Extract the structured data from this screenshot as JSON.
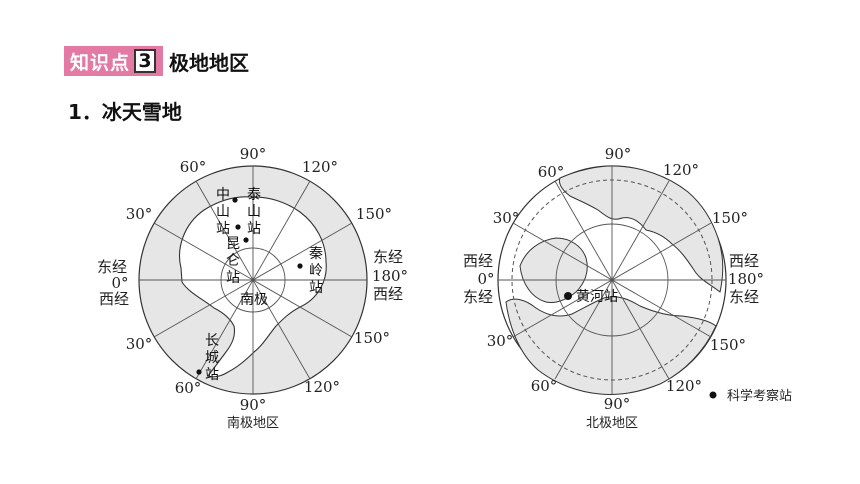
{
  "header": {
    "badge": "知识点",
    "number": "3",
    "title": "极地地区"
  },
  "section": {
    "title": "1．冰天雪地"
  },
  "south_map": {
    "caption": "南极地区",
    "center_label": "南极",
    "lon_labels": {
      "n90": "90°",
      "n60": "60°",
      "n120": "120°",
      "n30": "30°",
      "n150": "150°",
      "s30": "30°",
      "s150": "150°",
      "s60": "60°",
      "s120": "120°",
      "s90": "90°"
    },
    "west_side": [
      "东经",
      "0°",
      "西经"
    ],
    "east_side": [
      "东经",
      "180°",
      "西经"
    ],
    "stations": {
      "zhongshan": [
        "中",
        "山",
        "站"
      ],
      "taishan": [
        "泰",
        "山",
        "站"
      ],
      "kunlun": [
        "昆",
        "仑",
        "站"
      ],
      "qinling": [
        "秦",
        "岭",
        "站"
      ],
      "changcheng": [
        "长",
        "城",
        "站"
      ]
    }
  },
  "north_map": {
    "caption": "北极地区",
    "station": "黄河站",
    "lon_labels": {
      "n90": "90°",
      "n60": "60°",
      "n120": "120°",
      "n30": "30°",
      "n150": "150°",
      "s30": "30°",
      "s150": "150°",
      "s60": "60°",
      "s120": "120°",
      "s90": "90°"
    },
    "west_side": [
      "西经",
      "0°",
      "东经"
    ],
    "east_side": [
      "西经",
      "180°",
      "东经"
    ]
  },
  "legend": {
    "label": "科学考察站"
  }
}
